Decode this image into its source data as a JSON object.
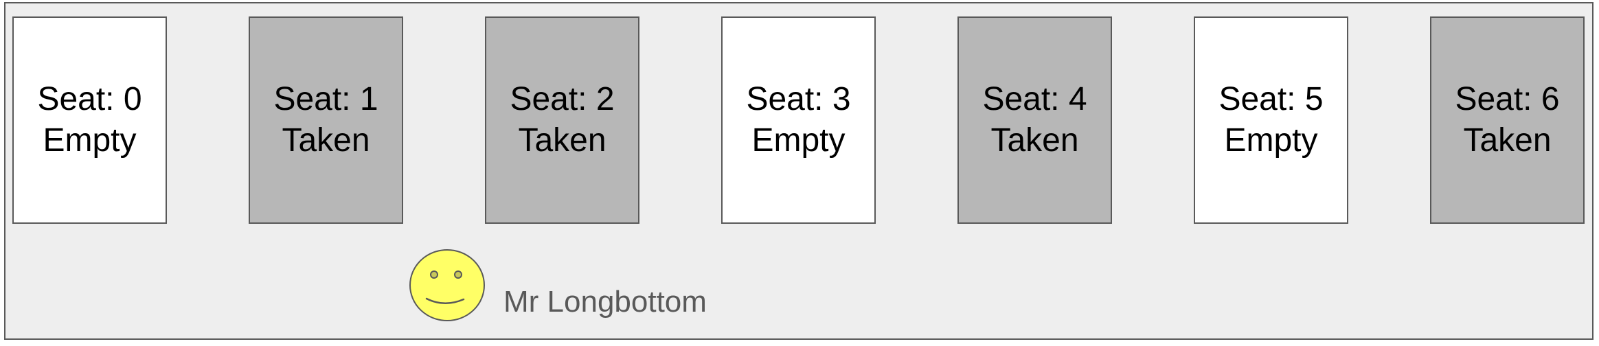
{
  "seats": [
    {
      "label": "Seat: 0",
      "status": "Empty"
    },
    {
      "label": "Seat: 1",
      "status": "Taken"
    },
    {
      "label": "Seat: 2",
      "status": "Taken"
    },
    {
      "label": "Seat: 3",
      "status": "Empty"
    },
    {
      "label": "Seat: 4",
      "status": "Taken"
    },
    {
      "label": "Seat: 5",
      "status": "Empty"
    },
    {
      "label": "Seat: 6",
      "status": "Taken"
    }
  ],
  "person": {
    "name": "Mr Longbottom",
    "icon": "smiley-face-icon"
  },
  "colors": {
    "room_background": "#eeeeee",
    "border": "#595959",
    "seat_empty": "#ffffff",
    "seat_taken": "#b7b7b7",
    "smiley_fill": "#ffff66",
    "name_text": "#595959"
  }
}
